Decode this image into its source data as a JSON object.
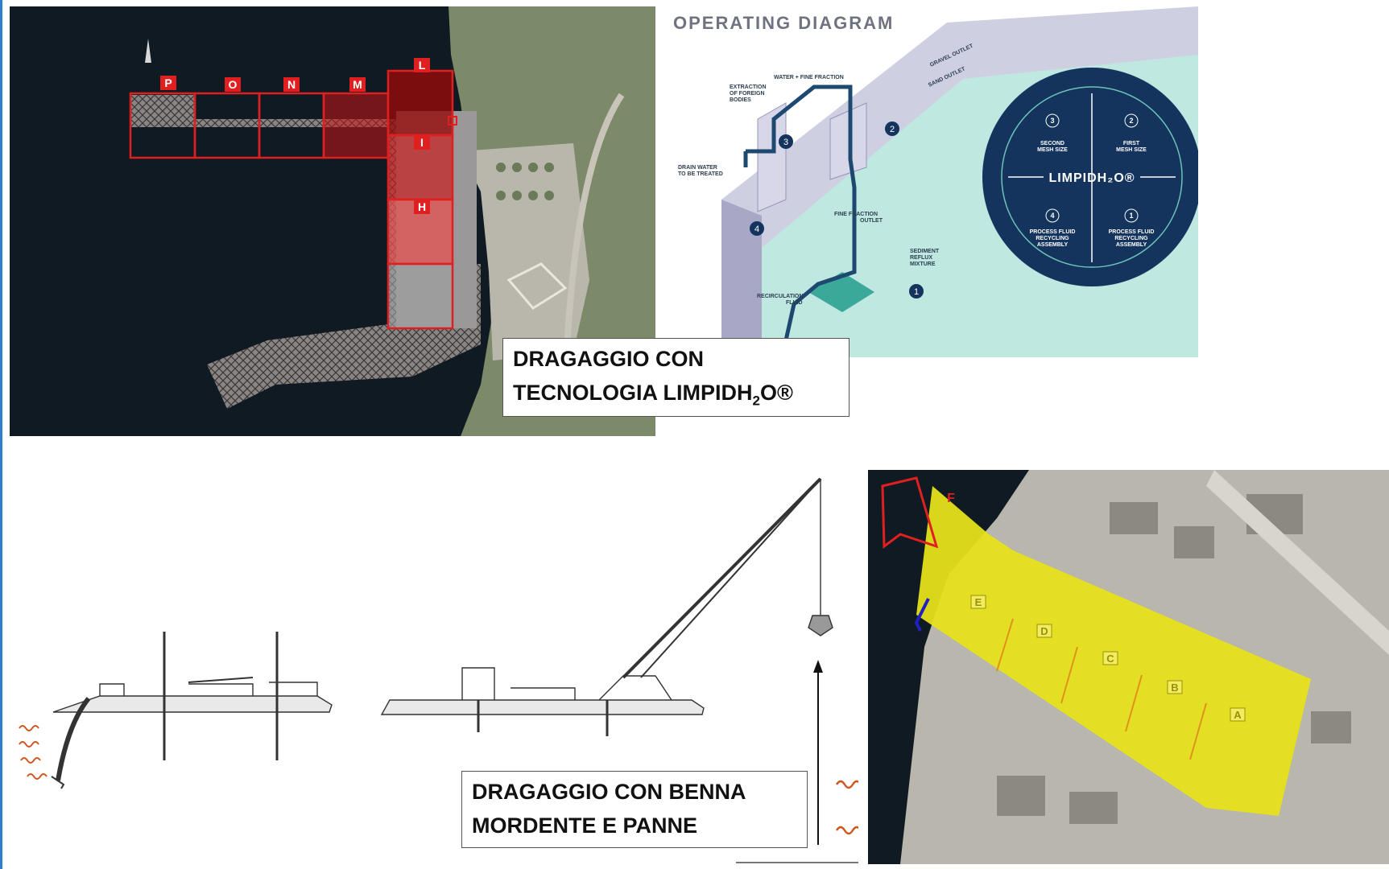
{
  "operating_diagram": {
    "title": "OPERATING DIAGRAM",
    "flow_labels": {
      "water_fine": "WATER + FINE FRACTION",
      "extraction_1": "EXTRACTION",
      "extraction_2": "OF FOREIGN",
      "extraction_3": "BODIES",
      "drain_1": "DRAIN WATER",
      "drain_2": "TO BE TREATED",
      "gravel": "GRAVEL OUTLET",
      "sand": "SAND OUTLET",
      "fine_1": "FINE FRACTION",
      "fine_2": "OUTLET",
      "sediment_1": "SEDIMENT",
      "sediment_2": "REFLUX",
      "sediment_3": "MIXTURE",
      "recirc_1": "RECIRCULATION",
      "recirc_2": "FLUID"
    },
    "stage_numbers": [
      "1",
      "2",
      "3",
      "4"
    ],
    "circle": {
      "center": "LIMPIDH₂O®",
      "q1_num": "3",
      "q1_a": "SECOND",
      "q1_b": "MESH SIZE",
      "q2_num": "2",
      "q2_a": "FIRST",
      "q2_b": "MESH SIZE",
      "q3_num": "4",
      "q3_a": "PROCESS FLUID",
      "q3_b": "RECYCLING",
      "q3_c": "ASSEMBLY",
      "q4_num": "1",
      "q4_a": "PROCESS FLUID",
      "q4_b": "RECYCLING",
      "q4_c": "ASSEMBLY"
    }
  },
  "top_map": {
    "zones": [
      "P",
      "O",
      "N",
      "M",
      "L",
      "I",
      "H"
    ]
  },
  "bottom_map": {
    "zones": [
      "E",
      "D",
      "C",
      "B",
      "A",
      "F"
    ]
  },
  "callout_limpid": {
    "line1": "DRAGAGGIO CON",
    "line2_prefix": "TECNOLOGIA LIMPIDH",
    "line2_sub": "2",
    "line2_suffix": "O®"
  },
  "callout_benna": {
    "line1": "DRAGAGGIO CON BENNA",
    "line2": "MORDENTE E PANNE"
  },
  "colors": {
    "sea": "#0f1a22",
    "zone_red": "#e02020",
    "diagram_navy": "#14345e",
    "diagram_teal": "#bfe8e0",
    "zone_yellow": "#e6e21a"
  }
}
